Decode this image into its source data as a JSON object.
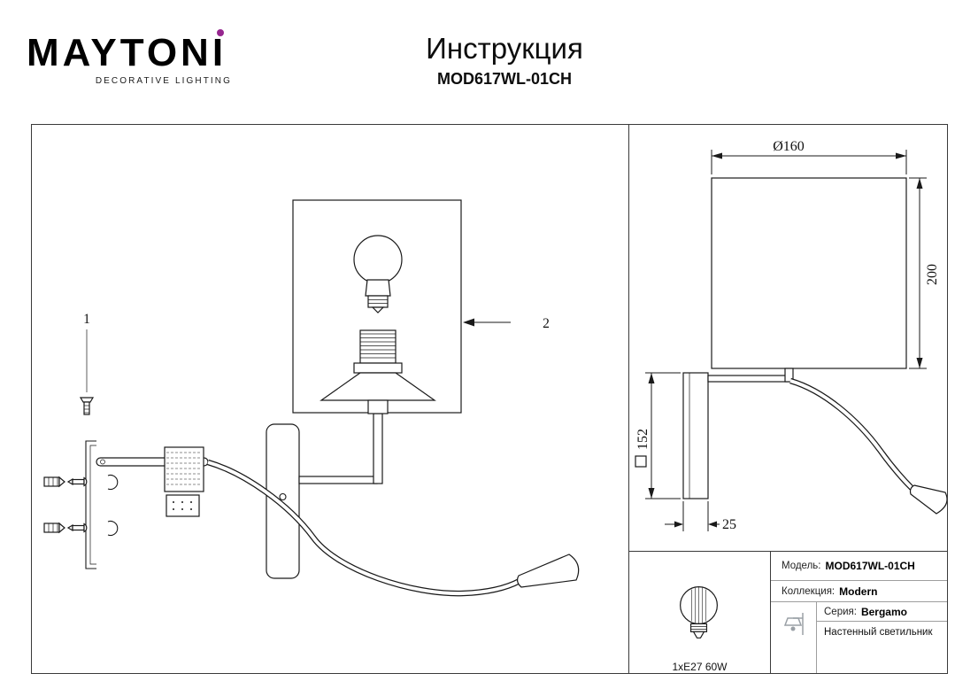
{
  "header": {
    "brand": "MAYTONI",
    "brand_sub": "DECORATIVE LIGHTING",
    "title": "Инструкция",
    "model": "MOD617WL-01CH"
  },
  "diagram": {
    "part1": "1",
    "part2": "2"
  },
  "dimensions": {
    "diameter": "Ø160",
    "shade_height": "200",
    "backplate_height": "152",
    "backplate_depth": "25"
  },
  "spec": {
    "bulb": "1xE27 60W"
  },
  "info": {
    "model_label": "Модель:",
    "model_value": "MOD617WL-01CH",
    "collection_label": "Коллекция:",
    "collection_value": "Modern",
    "series_label": "Серия:",
    "series_value": "Bergamo",
    "type_value": "Настенный светильник"
  },
  "colors": {
    "brand_dot": "#96268f",
    "drawing_line": "#1a1a1a"
  }
}
